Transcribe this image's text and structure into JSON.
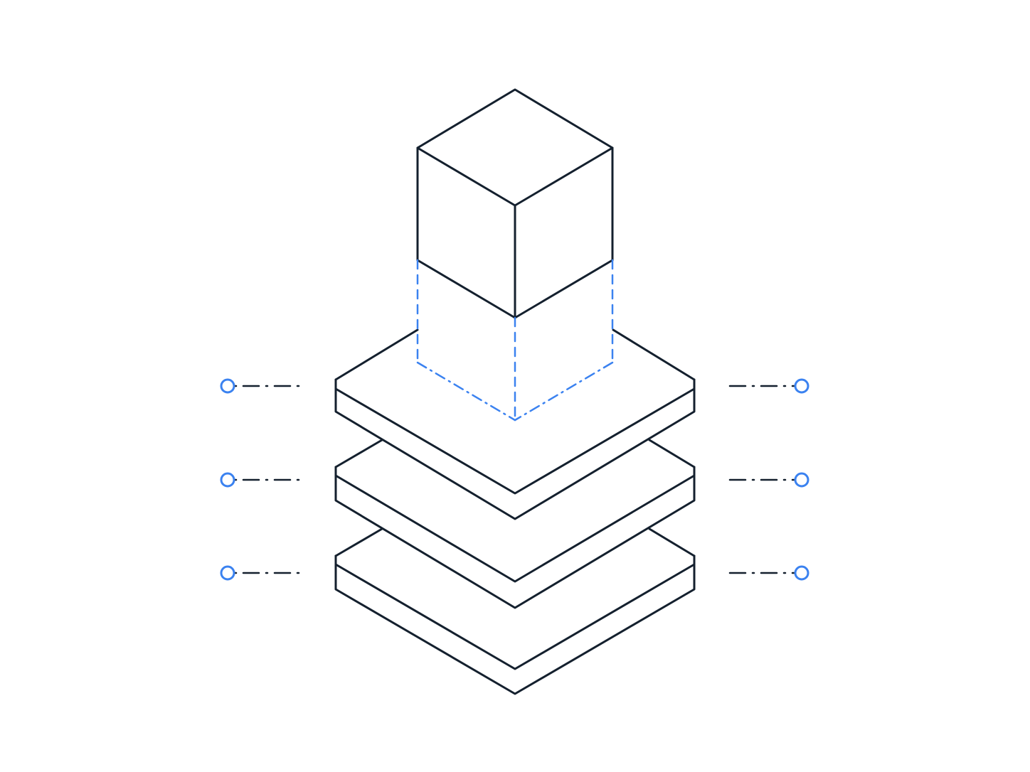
{
  "diagram": {
    "subject": "isometric-cube-on-stacked-layers",
    "colors": {
      "background": "#ffffff",
      "outline": "#14202e",
      "accent": "#3b82f0",
      "connector_line": "#14202e"
    },
    "layers": [
      {
        "name": "layer-top"
      },
      {
        "name": "layer-middle"
      },
      {
        "name": "layer-bottom"
      }
    ],
    "connectors": {
      "left": [
        {
          "name": "connector-left-1"
        },
        {
          "name": "connector-left-2"
        },
        {
          "name": "connector-left-3"
        }
      ],
      "right": [
        {
          "name": "connector-right-1"
        },
        {
          "name": "connector-right-2"
        },
        {
          "name": "connector-right-3"
        }
      ]
    }
  }
}
